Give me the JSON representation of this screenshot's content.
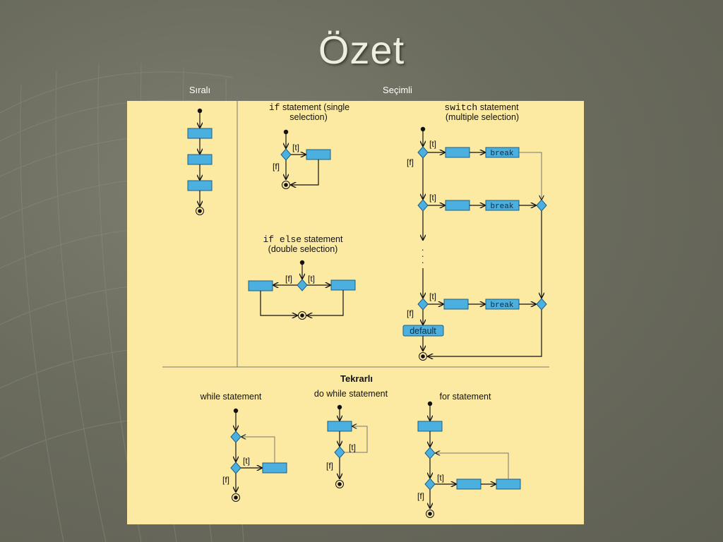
{
  "title": "Özet",
  "sections": {
    "sequence": "Sıralı",
    "selection": "Seçimli",
    "repetition": "Tekrarlı"
  },
  "if_stmt": {
    "keyword": "if",
    "label_rest": " statement (single",
    "label_line2": "selection)"
  },
  "if_else": {
    "keyword": "if else",
    "label_rest": " statement",
    "label_line2": "(double selection)"
  },
  "switch_stmt": {
    "keyword": "switch",
    "label_rest": " statement",
    "label_line2": "(multiple selection)",
    "break_label": "break",
    "default_label": "default"
  },
  "while_stmt": {
    "label": "while statement"
  },
  "do_while": {
    "label": "do while statement"
  },
  "for_stmt": {
    "label": "for statement"
  },
  "guards": {
    "true": "[t]",
    "false": "[f]"
  },
  "colors": {
    "panel": "#fdeaa2",
    "activity": "#4bb0e0",
    "slide_bg": "#6b6c5e"
  }
}
